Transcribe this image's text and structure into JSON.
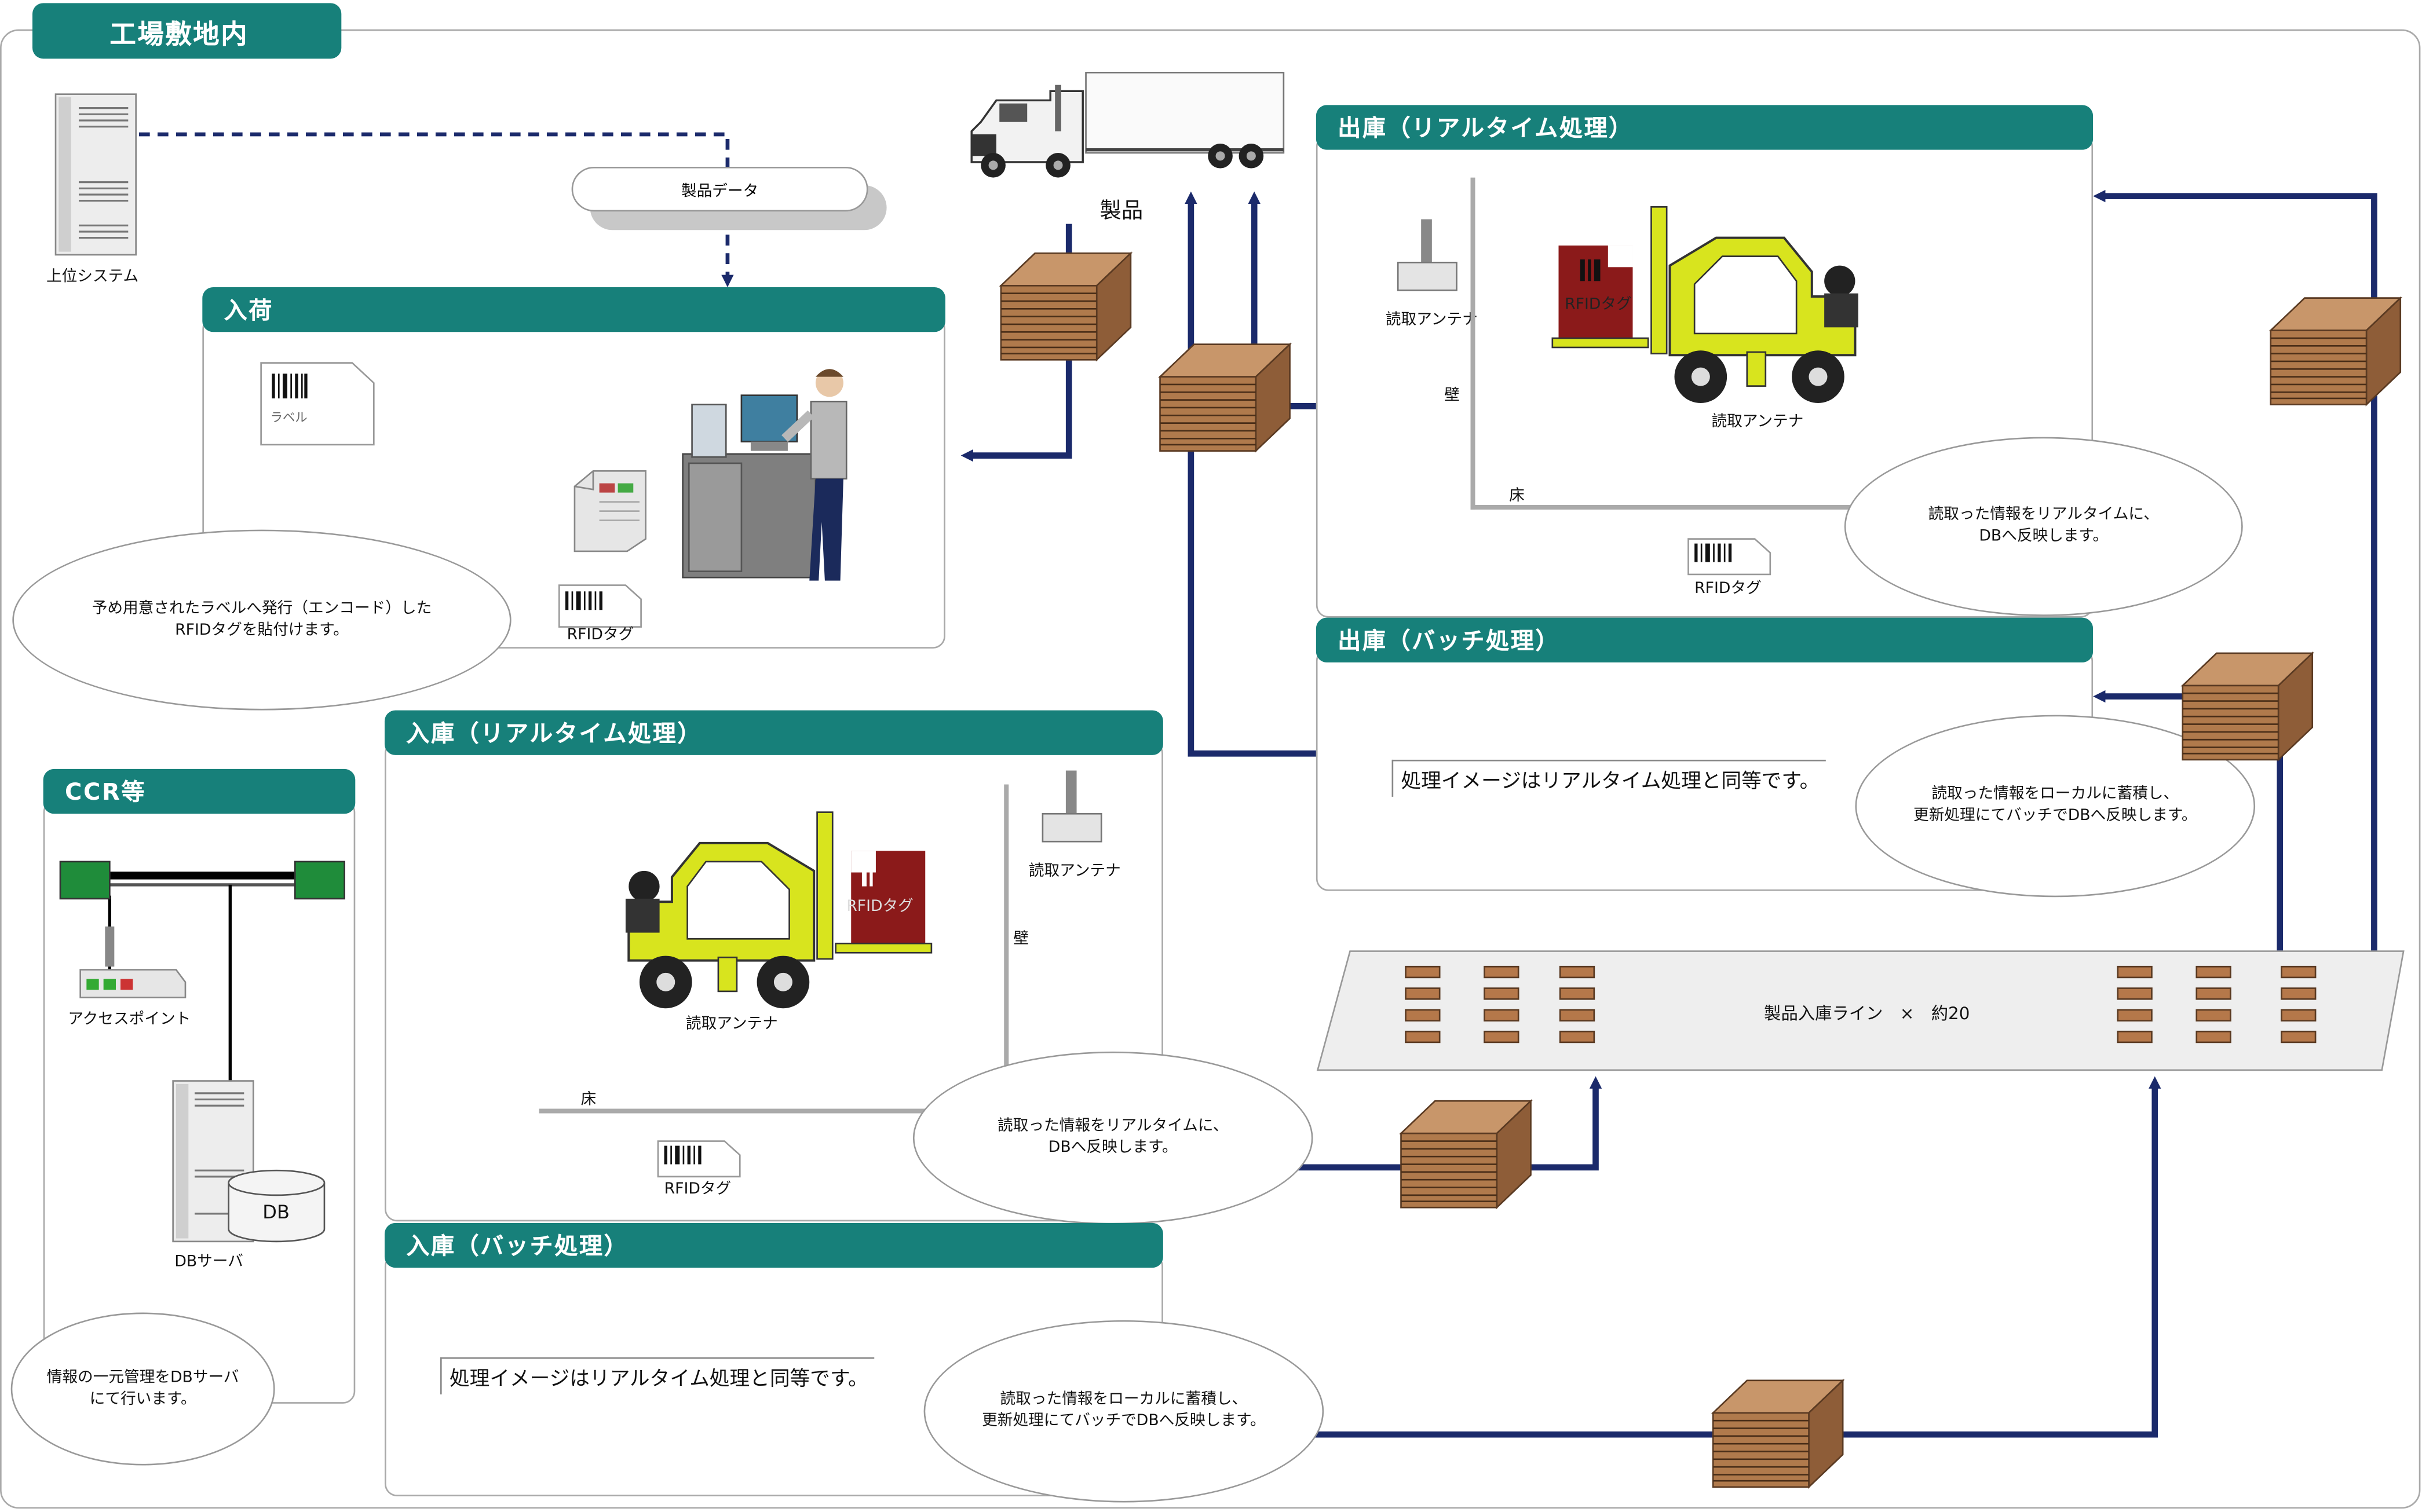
{
  "premises_title": "工場敷地内",
  "host_system_label": "上位システム",
  "product_data_label": "製品データ",
  "truck_label": "製品",
  "receiving": {
    "title": "入荷",
    "label_doc": "ラベル",
    "rfid_tag": "RFIDタグ",
    "note": "予め用意されたラベルへ発行（エンコード）した\nRFIDタグを貼付けます。"
  },
  "shipping_realtime": {
    "title": "出庫（リアルタイム処理）",
    "antenna_label": "読取アンテナ",
    "wall_label": "壁",
    "floor_label": "床",
    "forklift_antenna_label": "読取アンテナ",
    "forklift_tag": "RFIDタグ",
    "rfid_tag": "RFIDタグ",
    "note": "読取った情報をリアルタイムに、\nDBへ反映します。"
  },
  "shipping_batch": {
    "title": "出庫（バッチ処理）",
    "process_text": "処理イメージはリアルタイム処理と同等です。",
    "note": "読取った情報をローカルに蓄積し、\n更新処理にてバッチでDBへ反映します。"
  },
  "storage_realtime": {
    "title": "入庫（リアルタイム処理）",
    "antenna_label": "読取アンテナ",
    "wall_label": "壁",
    "floor_label": "床",
    "forklift_antenna_label": "読取アンテナ",
    "forklift_tag": "RFIDタグ",
    "rfid_tag": "RFIDタグ",
    "note": "読取った情報をリアルタイムに、\nDBへ反映します。"
  },
  "storage_batch": {
    "title": "入庫（バッチ処理）",
    "process_text": "処理イメージはリアルタイム処理と同等です。",
    "note": "読取った情報をローカルに蓄積し、\n更新処理にてバッチでDBへ反映します。"
  },
  "ccr": {
    "title": "CCR等",
    "access_point": "アクセスポイント",
    "db": "DB",
    "db_server": "DBサーバ",
    "note": "情報の一元管理をDBサーバ\nにて行います。"
  },
  "production_line": "製品入庫ライン　×　約20",
  "colors": {
    "teal": "#17807a",
    "navy": "#1b2a6b",
    "forklift": "#d8e41e",
    "tag": "#8b1a1a",
    "box": "#b07a4c"
  }
}
